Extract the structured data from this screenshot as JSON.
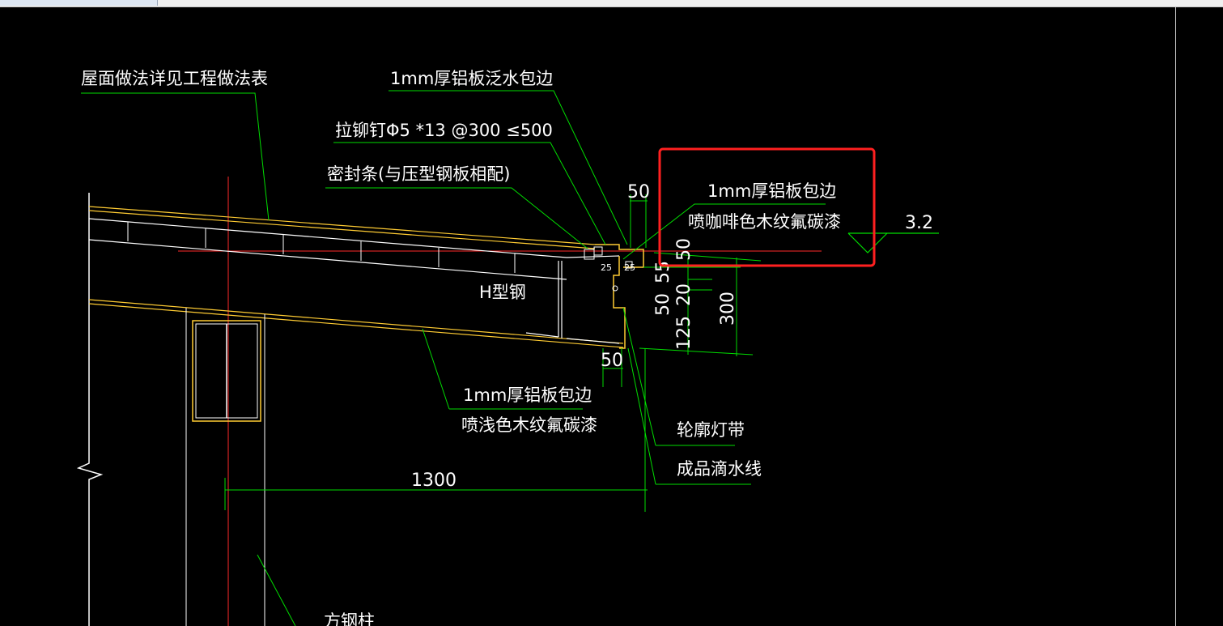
{
  "window": {
    "tab_label": ""
  },
  "colors": {
    "background": "#000000",
    "leader": "#00ff00",
    "axis": "#ff0000",
    "outline": "#ffcc33",
    "highlight_box": "#ff2020",
    "text": "#ffffff"
  },
  "labels": {
    "roof_method": "屋面做法详见工程做法表",
    "flashing": "1mm厚铝板泛水包边",
    "rivet": "拉铆钉Φ5 *13 @300 ≤500",
    "seal_strip": "密封条(与压型钢板相配)",
    "top_edge_line1": "1mm厚铝板包边",
    "top_edge_line2": "喷咖啡色木纹氟碳漆",
    "elevation": "3.2",
    "h_beam": "H型钢",
    "bottom_edge_line1": "1mm厚铝板包边",
    "bottom_edge_line2": "喷浅色木纹氟碳漆",
    "light_strip": "轮廓灯带",
    "drip_line": "成品滴水线",
    "column": "方钢柱"
  },
  "dimensions": {
    "top_50": "50",
    "right_50": "50",
    "d_50": "50",
    "d_55": "55",
    "d_20": "20",
    "d_125": "125",
    "d_300": "300",
    "bottom_50": "50",
    "small_25a": "25",
    "small_25b": "25",
    "span_1300": "1300"
  }
}
